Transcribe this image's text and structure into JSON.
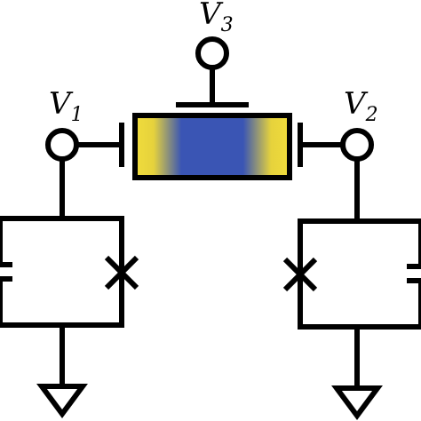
{
  "labels": {
    "v1": {
      "main": "V",
      "sub": "1"
    },
    "v2": {
      "main": "V",
      "sub": "2"
    },
    "v3": {
      "main": "V",
      "sub": "3"
    }
  },
  "colors": {
    "wire": "#000000",
    "island_edge": "#f0dc3c",
    "island_core": "#3a55b4"
  }
}
